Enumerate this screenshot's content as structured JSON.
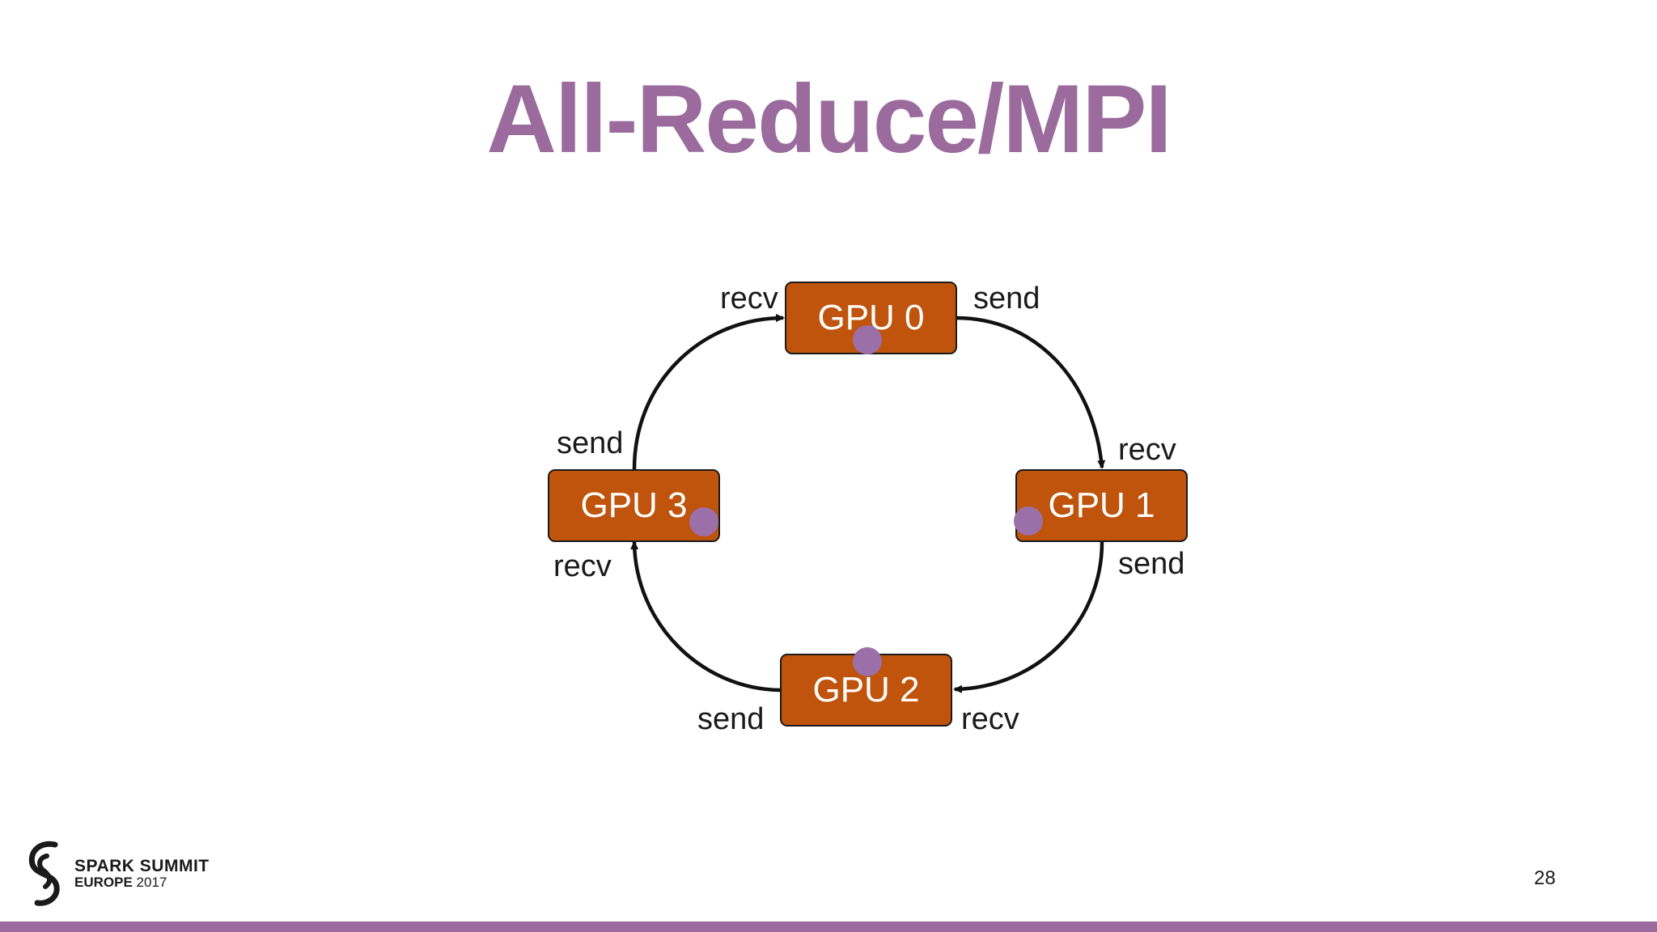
{
  "slide": {
    "title": "All-Reduce/MPI",
    "page_number": "28",
    "colors": {
      "title": "#9b6b9e",
      "gpu_box": "#c0540c",
      "dot": "#9b6fa8",
      "bar": "#9b6b9e"
    }
  },
  "diagram": {
    "nodes": [
      {
        "id": "gpu0",
        "label": "GPU 0"
      },
      {
        "id": "gpu1",
        "label": "GPU 1"
      },
      {
        "id": "gpu2",
        "label": "GPU 2"
      },
      {
        "id": "gpu3",
        "label": "GPU 3"
      }
    ],
    "labels": {
      "gpu0_recv": "recv",
      "gpu0_send": "send",
      "gpu1_recv": "recv",
      "gpu1_send": "send",
      "gpu2_recv": "recv",
      "gpu2_send": "send",
      "gpu3_recv": "recv",
      "gpu3_send": "send"
    },
    "edges": [
      {
        "from": "gpu0",
        "to": "gpu1"
      },
      {
        "from": "gpu1",
        "to": "gpu2"
      },
      {
        "from": "gpu2",
        "to": "gpu3"
      },
      {
        "from": "gpu3",
        "to": "gpu0"
      }
    ]
  },
  "logo": {
    "line1": "SPARK SUMMIT",
    "line2_bold": "EUROPE",
    "line2_rest": "2017",
    "icon": "spark-summit-logo-icon"
  }
}
